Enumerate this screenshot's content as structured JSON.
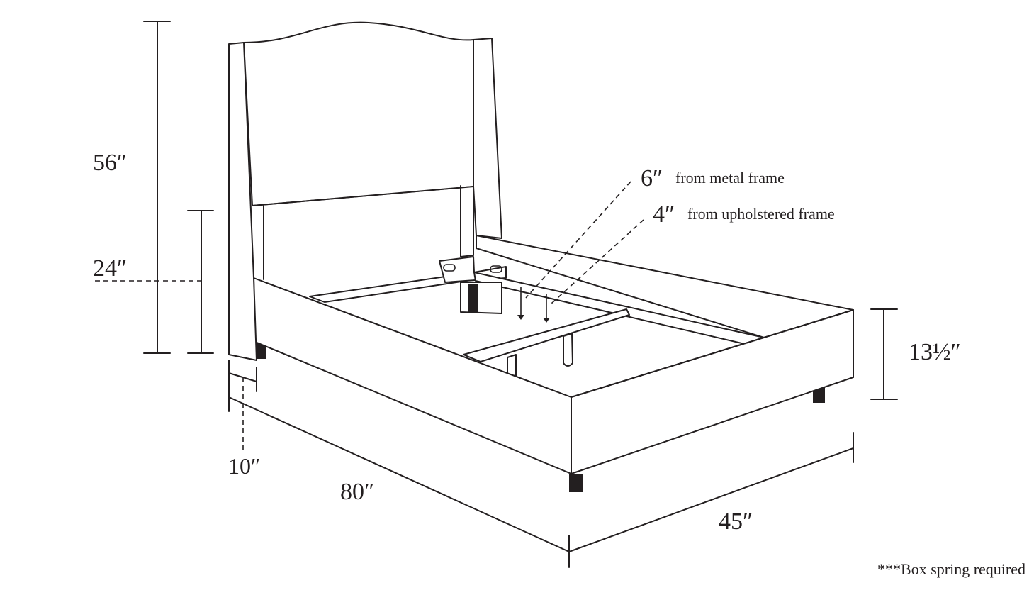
{
  "diagram": {
    "colors": {
      "ink": "#231f20",
      "background": "#ffffff"
    },
    "dimensions": {
      "headboard_height": "56″",
      "rail_height": "24″",
      "headboard_depth": "10″",
      "length": "80″",
      "width": "45″",
      "box_height": "13½″"
    },
    "mattress_clearance": {
      "metal_frame_value": "6″",
      "metal_frame_text": "from metal frame",
      "upholstered_frame_value": "4″",
      "upholstered_frame_text": "from upholstered frame"
    },
    "footnote": "***Box spring required"
  }
}
